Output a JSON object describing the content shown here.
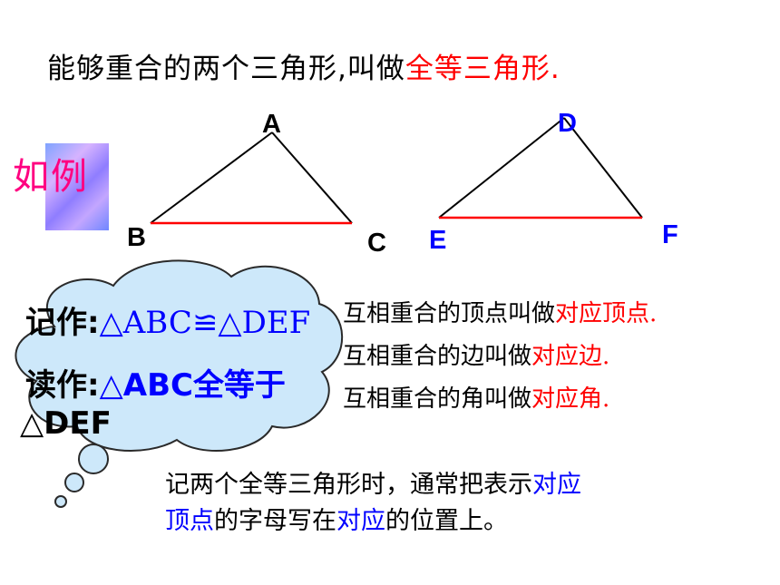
{
  "title": {
    "prefix": "能够重合的两个三角形,叫做",
    "highlight": "全等三角形."
  },
  "example_label": "如例",
  "triangle1": {
    "vertex_a": "A",
    "vertex_b": "B",
    "vertex_c": "C"
  },
  "triangle2": {
    "vertex_d": "D",
    "vertex_e": "E",
    "vertex_f": "F"
  },
  "cloud": {
    "record_label": "记作:",
    "record_value": "△ABC≌△DEF",
    "read_label": "读作:",
    "read_value_line1": "△ABC全等于",
    "read_value_line2": "△DEF"
  },
  "notes": [
    {
      "prefix": "互相重合的顶点叫做",
      "highlight": "对应顶点."
    },
    {
      "prefix": "互相重合的边叫做",
      "highlight": "对应边."
    },
    {
      "prefix": "互相重合的角叫做",
      "highlight": "对应角."
    }
  ],
  "bottom_text": {
    "line1_prefix": "记两个全等三角形时，通常把表示",
    "line1_highlight": "对应",
    "line2_highlight": "顶点",
    "line2_mid": "的字母写在",
    "line2_highlight2": "对应",
    "line2_suffix": "的位置上。"
  },
  "colors": {
    "accent_red": "#ff0000",
    "accent_blue": "#0000ff",
    "example_pink": "#ff0080",
    "cloud_fill": "#cde8fa"
  }
}
